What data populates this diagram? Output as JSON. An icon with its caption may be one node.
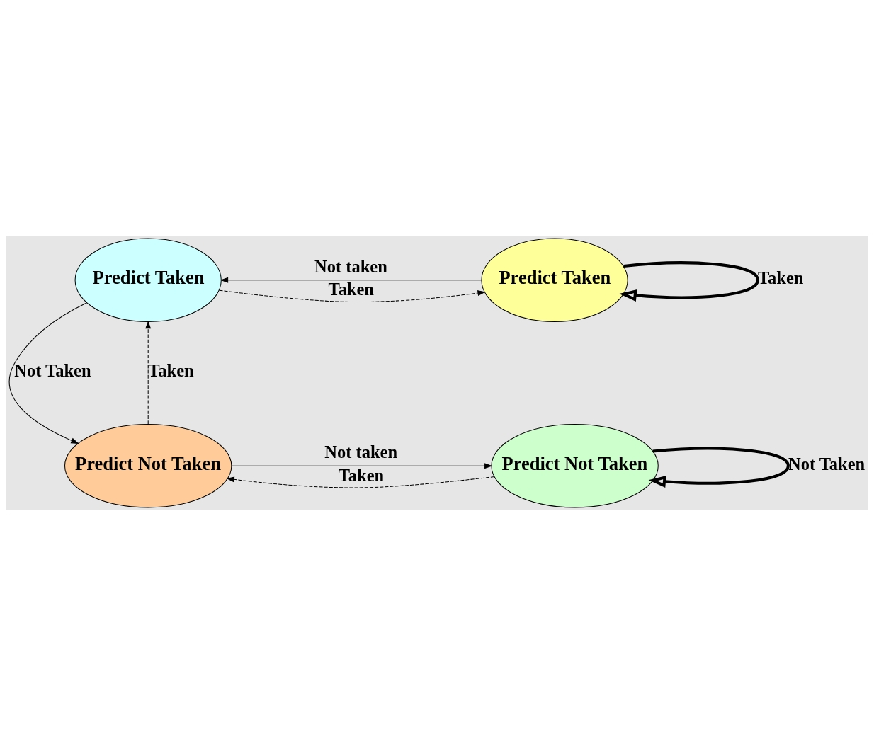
{
  "diagram": {
    "nodes": [
      {
        "text": [
          "Predict Taken"
        ]
      },
      {
        "text": [
          "Predict Taken"
        ]
      },
      {
        "text": [
          "Predict Not Taken"
        ]
      },
      {
        "text": [
          "Predict Not Taken"
        ]
      }
    ],
    "edges": [
      {
        "from": 0,
        "to": 1,
        "arrow": "to",
        "label": "Taken",
        "style": "dashed"
      },
      {
        "from": 1,
        "to": 0,
        "arrow": "to",
        "label": "Not taken"
      },
      {
        "from": 1,
        "to": 1,
        "arrow": "to",
        "label": "Taken",
        "style": "thick"
      },
      {
        "from": 0,
        "to": 2,
        "arrow": "to",
        "label": "Not Taken"
      },
      {
        "from": 2,
        "to": 0,
        "arrow": "to",
        "label": "Taken",
        "style": "dashed"
      },
      {
        "from": 2,
        "to": 3,
        "arrow": "to",
        "label": "Not taken"
      },
      {
        "from": 3,
        "to": 2,
        "arrow": "to",
        "label": "Taken",
        "style": "dashed"
      },
      {
        "from": 3,
        "to": 3,
        "arrow": "to",
        "label": "Not Taken",
        "style": "thick"
      }
    ]
  }
}
